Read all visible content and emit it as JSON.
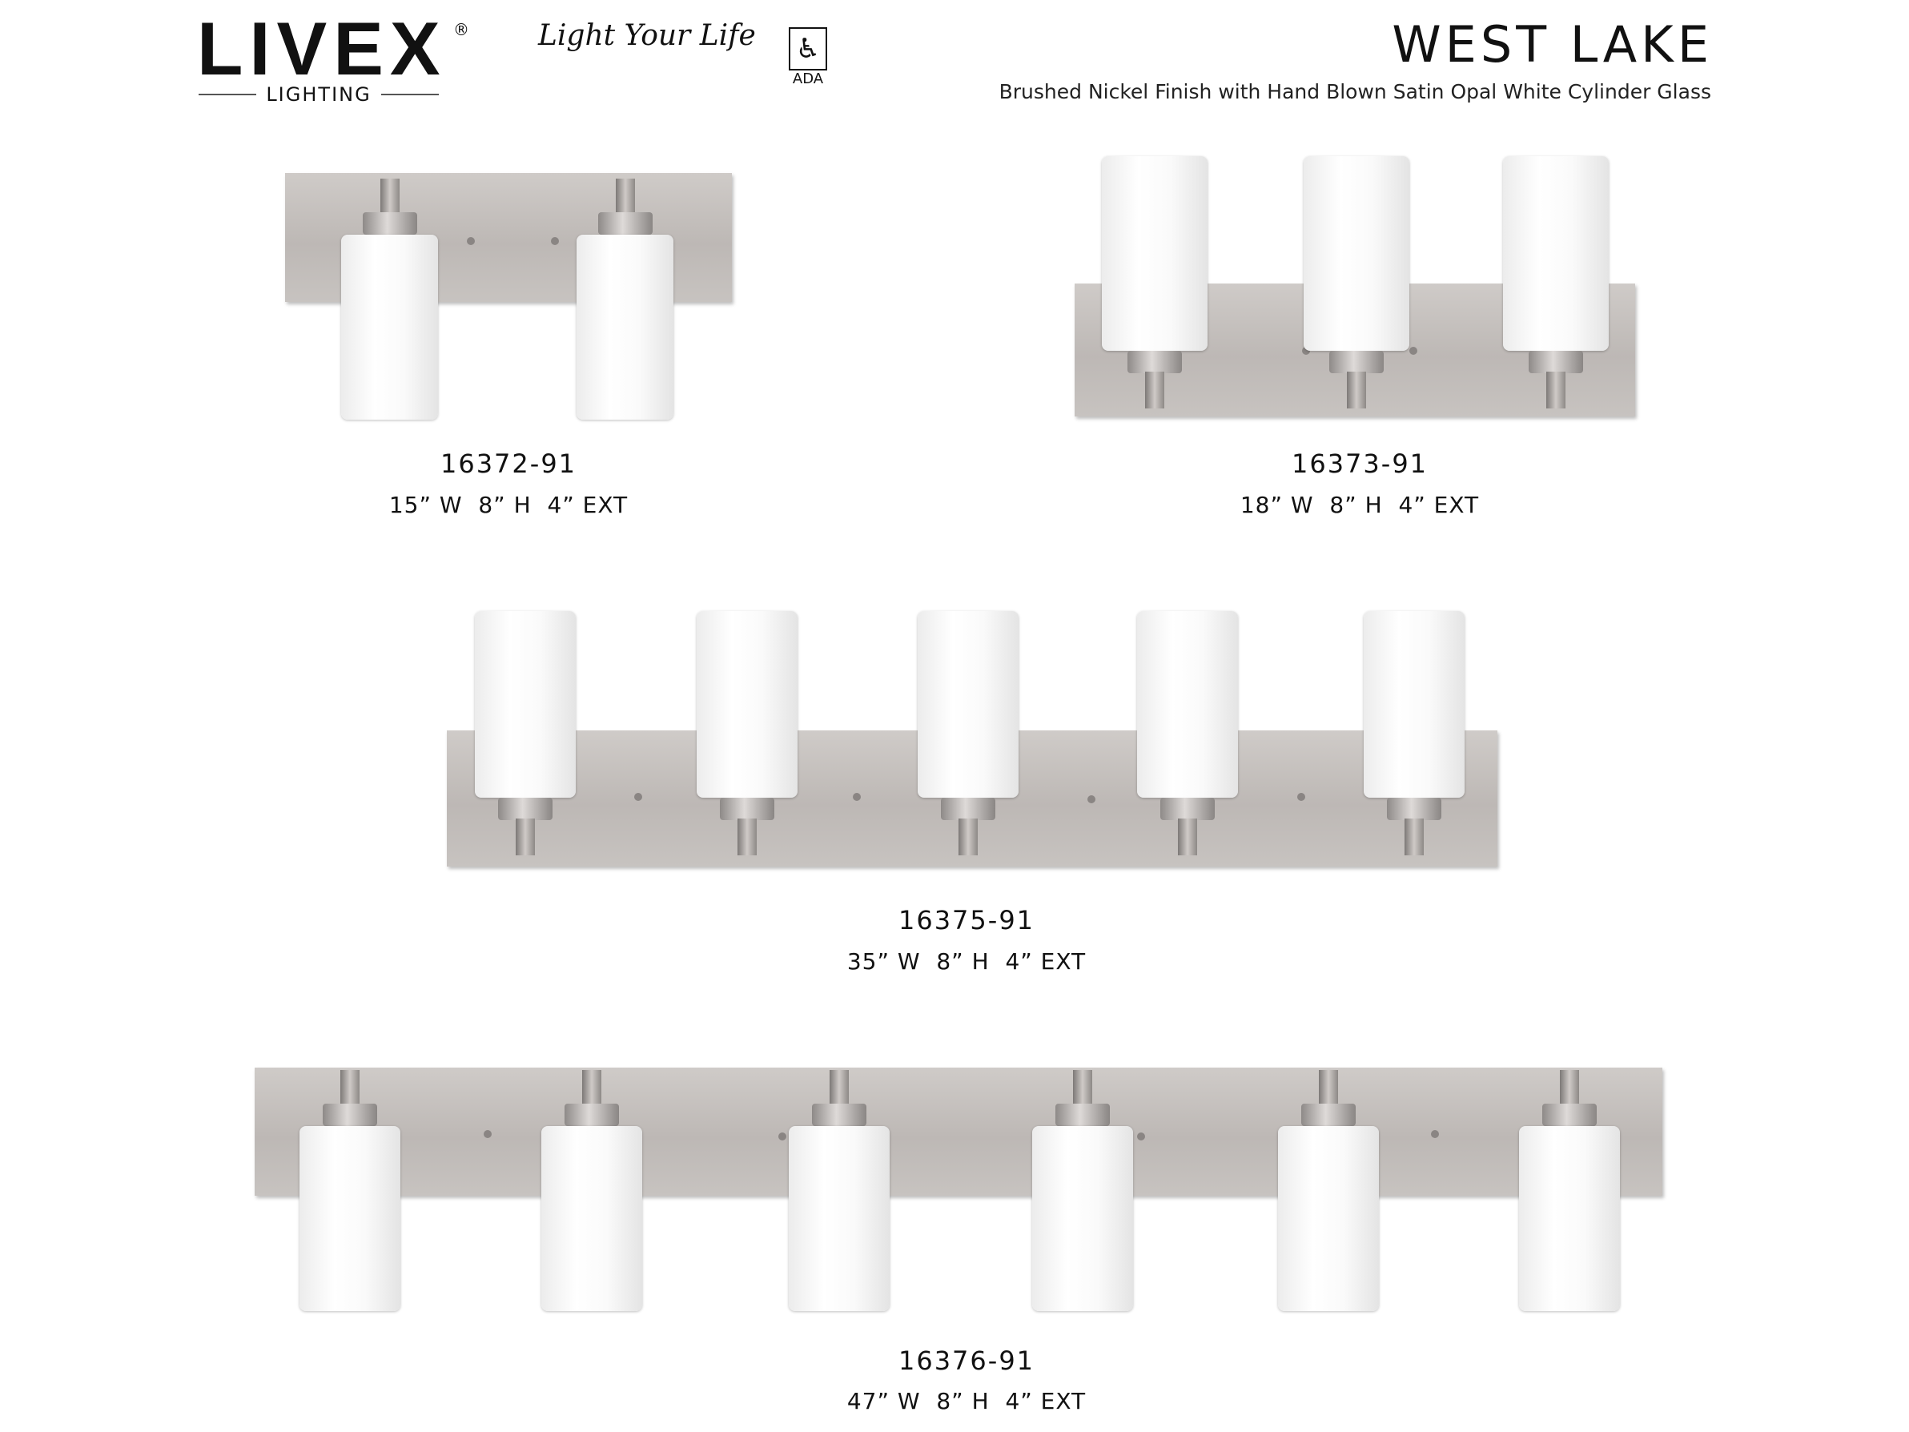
{
  "header": {
    "brand": "LIVEX",
    "brand_mark": "®",
    "brand_sub": "LIGHTING",
    "tagline": "Light Your Life",
    "ada_icon": "wheelchair-icon",
    "ada_label": "ADA",
    "collection_title": "WEST LAKE",
    "finish_description": "Brushed Nickel Finish with Hand Blown Satin Opal White Cylinder Glass"
  },
  "fixtures": [
    {
      "model": "16372-91",
      "dimensions": "15” W  8” H  4” EXT",
      "lights": 2,
      "glass_orientation": "down"
    },
    {
      "model": "16373-91",
      "dimensions": "18” W  8” H  4” EXT",
      "lights": 3,
      "glass_orientation": "up"
    },
    {
      "model": "16375-91",
      "dimensions": "35” W  8” H  4” EXT",
      "lights": 5,
      "glass_orientation": "up"
    },
    {
      "model": "16376-91",
      "dimensions": "47” W  8” H  4” EXT",
      "lights": 6,
      "glass_orientation": "down"
    }
  ],
  "colors": {
    "finish": "#c4c0bd",
    "glass": "#f7f7f7",
    "text": "#111111"
  }
}
